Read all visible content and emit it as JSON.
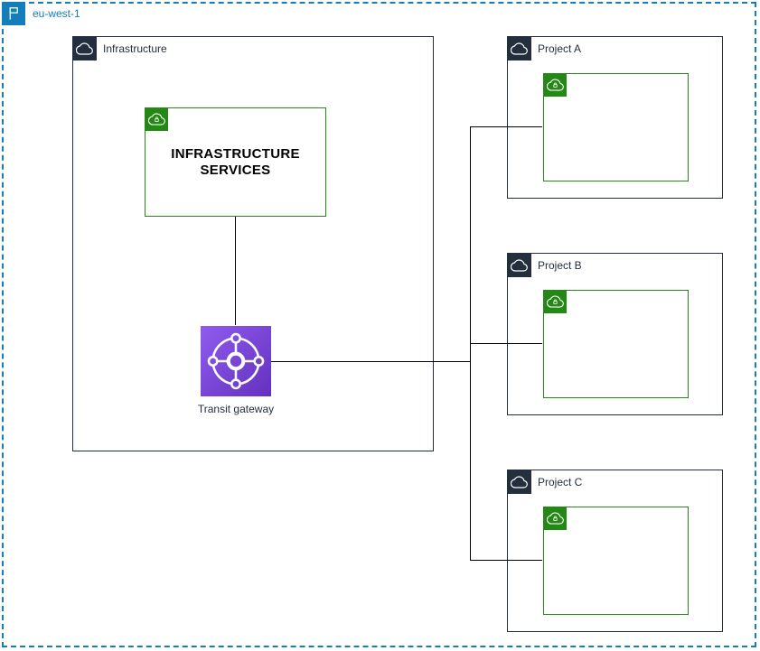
{
  "region": {
    "label": "eu-west-1"
  },
  "infrastructure": {
    "label": "Infrastructure",
    "services_label": "INFRASTRUCTURE SERVICES",
    "transit_gateway_label": "Transit gateway"
  },
  "projects": [
    {
      "label": "Project A"
    },
    {
      "label": "Project B"
    },
    {
      "label": "Project C"
    }
  ],
  "icons": {
    "region": "flag-icon",
    "group": "cloud-icon",
    "vpc": "cloud-lock-icon",
    "transit_gateway": "transit-gateway-icon"
  },
  "colors": {
    "region_accent": "#147EBA",
    "group_dark": "#232F3E",
    "vpc_green": "#248814",
    "connector": "#000000",
    "tg_gradient_start": "#8F5CEE",
    "tg_gradient_end": "#6430BF"
  }
}
